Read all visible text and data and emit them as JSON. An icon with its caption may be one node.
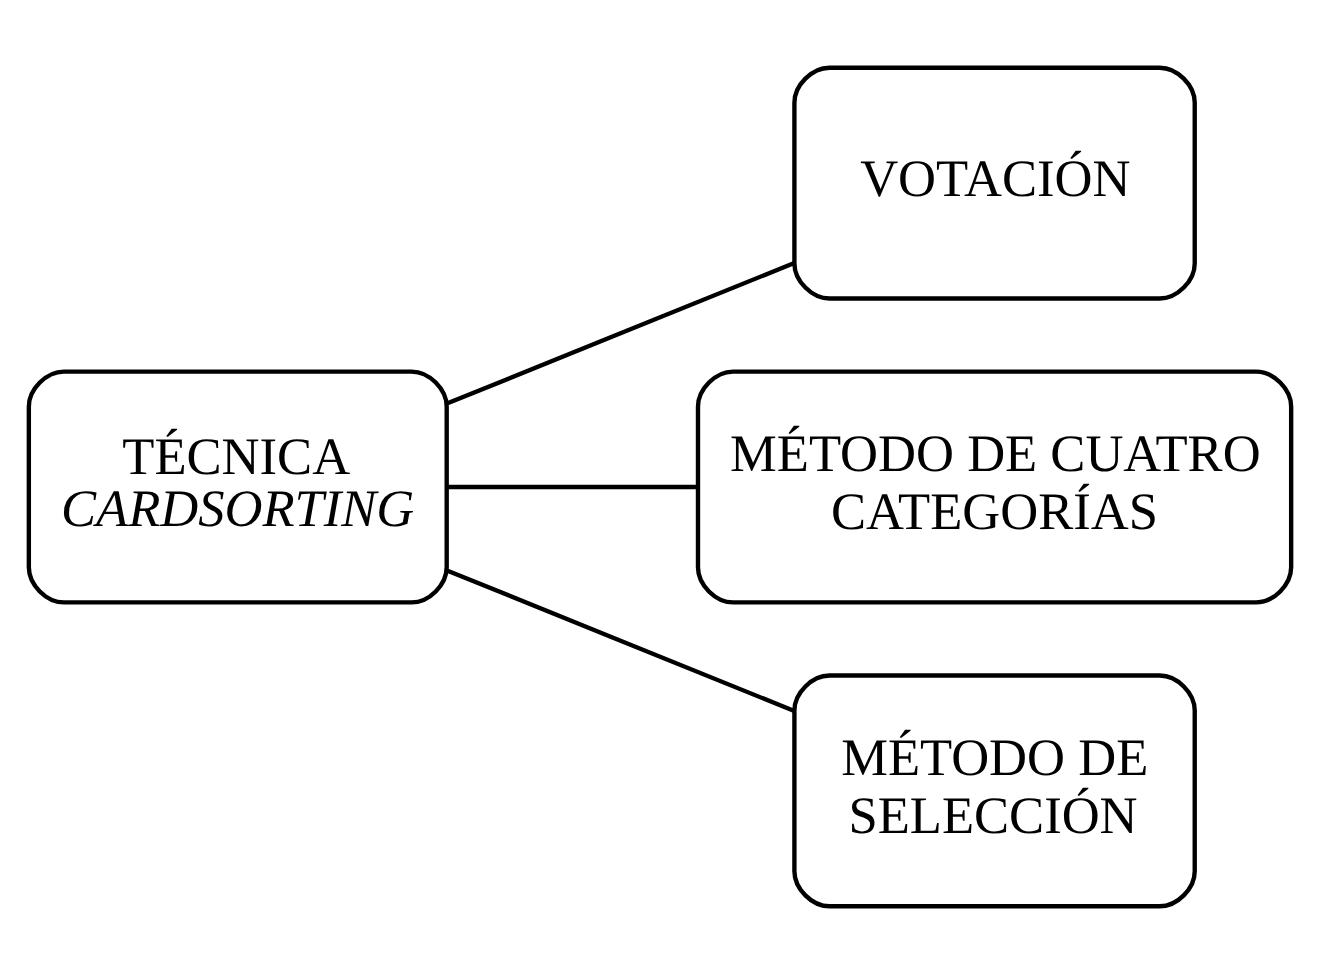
{
  "diagram": {
    "nodes": [
      {
        "text": [
          "TÉCNICA *CARDSORTING*"
        ]
      },
      {
        "text": [
          "VOTACIÓN"
        ]
      },
      {
        "text": [
          "MÉTODO DE CUATRO CATEGORÍAS"
        ]
      },
      {
        "text": [
          "MÉTODO DE SELECCIÓN"
        ]
      }
    ],
    "edges": [
      {
        "from": 0,
        "to": 1,
        "arrow": "none"
      },
      {
        "from": 0,
        "to": 2,
        "arrow": "none"
      },
      {
        "from": 0,
        "to": 3,
        "arrow": "none"
      }
    ]
  }
}
